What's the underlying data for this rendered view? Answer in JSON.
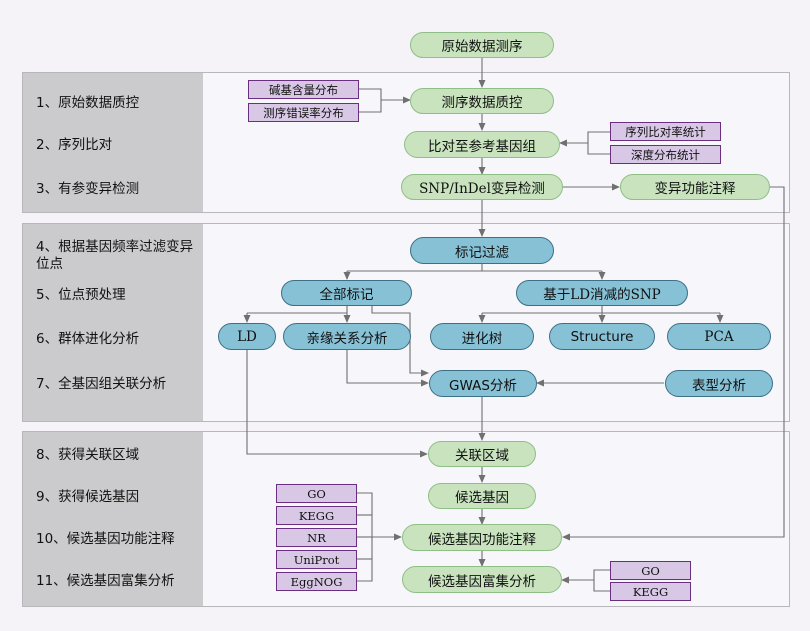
{
  "top_node": "原始数据测序",
  "steps": [
    "1、原始数据质控",
    "2、序列比对",
    "3、有参变异检测",
    "4、根据基因频率过滤变异位点",
    "5、位点预处理",
    "6、群体进化分析",
    "7、全基因组关联分析",
    "8、获得关联区域",
    "9、获得候选基因",
    "10、候选基因功能注释",
    "11、候选基因富集分析"
  ],
  "nodes": {
    "qc": "测序数据质控",
    "align": "比对至参考基因组",
    "snp": "SNP/InDel变异检测",
    "variant_anno": "变异功能注释",
    "filter": "标记过滤",
    "all_markers": "全部标记",
    "ld_snp": "基于LD消减的SNP",
    "ld": "LD",
    "kinship": "亲缘关系分析",
    "tree": "进化树",
    "structure": "Structure",
    "pca": "PCA",
    "gwas": "GWAS分析",
    "phenotype": "表型分析",
    "region": "关联区域",
    "candidate": "候选基因",
    "cand_anno": "候选基因功能注释",
    "cand_enrich": "候选基因富集分析"
  },
  "side_boxes": {
    "base_content": "碱基含量分布",
    "error_rate": "测序错误率分布",
    "align_rate": "序列比对率统计",
    "depth": "深度分布统计",
    "go_db": "GO",
    "kegg_db": "KEGG",
    "nr_db": "NR",
    "uniprot_db": "UniProt",
    "eggnog_db": "EggNOG",
    "go_enrich": "GO",
    "kegg_enrich": "KEGG"
  },
  "colors": {
    "green_node": "#c8e3be",
    "blue_node": "#86c1d6",
    "purple_box": "#d8c8e6",
    "purple_border": "#6a2f80",
    "arrow": "#707070",
    "sidebar": "#cbcbcd"
  }
}
